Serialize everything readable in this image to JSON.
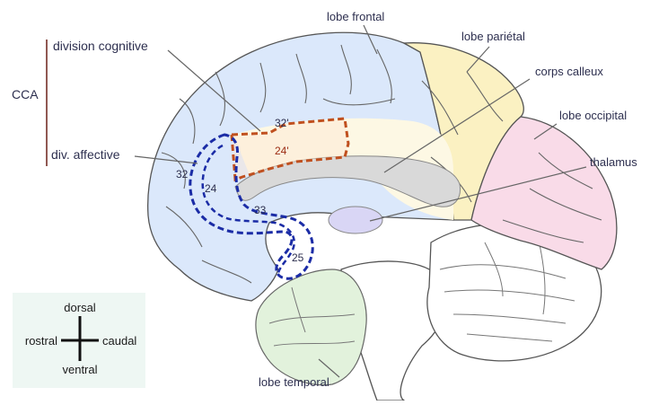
{
  "labels": {
    "lobe_frontal": "lobe frontal",
    "lobe_parietal": "lobe pariétal",
    "corps_calleux": "corps calleux",
    "lobe_occipital": "lobe occipital",
    "thalamus": "thalamus",
    "lobe_temporal": "lobe temporal",
    "cca": "CCA",
    "division_cognitive": "division cognitive",
    "div_affective": "div. affective"
  },
  "areas": {
    "a32_prime": "32'",
    "a24_prime": "24'",
    "a32": "32",
    "a24": "24",
    "a33": "33",
    "a25": "25"
  },
  "orientation": {
    "dorsal": "dorsal",
    "ventral": "ventral",
    "rostral": "rostral",
    "caudal": "caudal"
  },
  "colors": {
    "frontal": "#dbe8fb",
    "parietal": "#fbf1c2",
    "occipital": "#f9dbe8",
    "temporal": "#e2f2dc",
    "corpus_callosum": "#d9d9d9",
    "thalamus": "#d9d6f5",
    "cingulate_light": "#fdf8e4",
    "cognitive_outline": "#c0501f",
    "affective_outline": "#1b2ca6",
    "text_dark": "#2d2f4f",
    "cognitive_text": "#9b2c12",
    "affective_text": "#1b2ca6",
    "legend_bg": "#eef7f3"
  }
}
